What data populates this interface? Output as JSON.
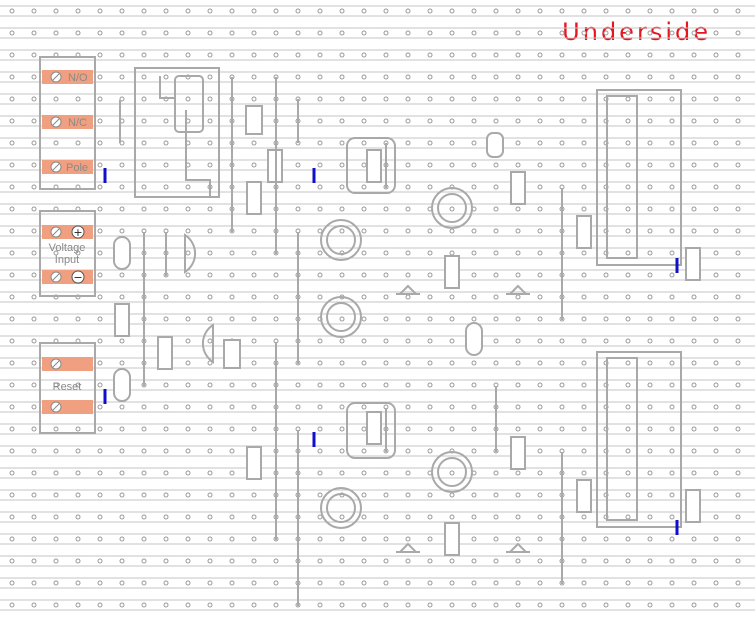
{
  "board_title": "Underside",
  "terminals": {
    "relay_top": {
      "label_1": "N/O",
      "label_2": "N/C",
      "label_3": "Pole"
    },
    "voltage_input": {
      "label_line1": "Voltage",
      "label_line2": "Input",
      "plus_symbol": "+",
      "minus_symbol": "−"
    },
    "reset": {
      "label": "Reset"
    }
  },
  "colors": {
    "strip": "#c4c4c4",
    "hole": "#9a9a9a",
    "component": "#a9a9a9",
    "terminal_pad": "#f0a080",
    "link": "#1010c8",
    "title": "#e8141e"
  }
}
